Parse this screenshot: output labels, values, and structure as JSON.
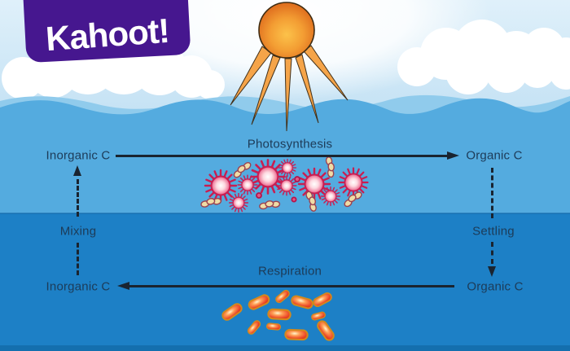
{
  "logo": {
    "text": "Kahoot!"
  },
  "diagram": {
    "title_hint": "marine carbon cycle",
    "surface": {
      "left_node": "Inorganic C",
      "process": "Photosynthesis",
      "right_node": "Organic C"
    },
    "deep": {
      "left_node": "Inorganic C",
      "process": "Respiration",
      "right_node": "Organic  C"
    },
    "left_flow": "Mixing",
    "right_flow": "Settling"
  },
  "colors": {
    "kahoot_purple": "#46178f",
    "sky_top": "#ffffff",
    "sky_bottom": "#c2e2f4",
    "surface_water": "#54abdf",
    "deep_water": "#1d80c6",
    "bottom_strip": "#146fae",
    "sun_core": "#f39d33",
    "sun_edge": "#e0701f",
    "ray_orange": "#f5a449",
    "plankton_crimson": "#c81e52",
    "bacteria_chain_tan": "#efdca6",
    "deep_bacteria_red": "#e03018",
    "deep_bacteria_gold_outline": "#d2891c",
    "label_text": "#1d3b58",
    "arrow": "#1a2430",
    "cloud": "#ffffff"
  }
}
